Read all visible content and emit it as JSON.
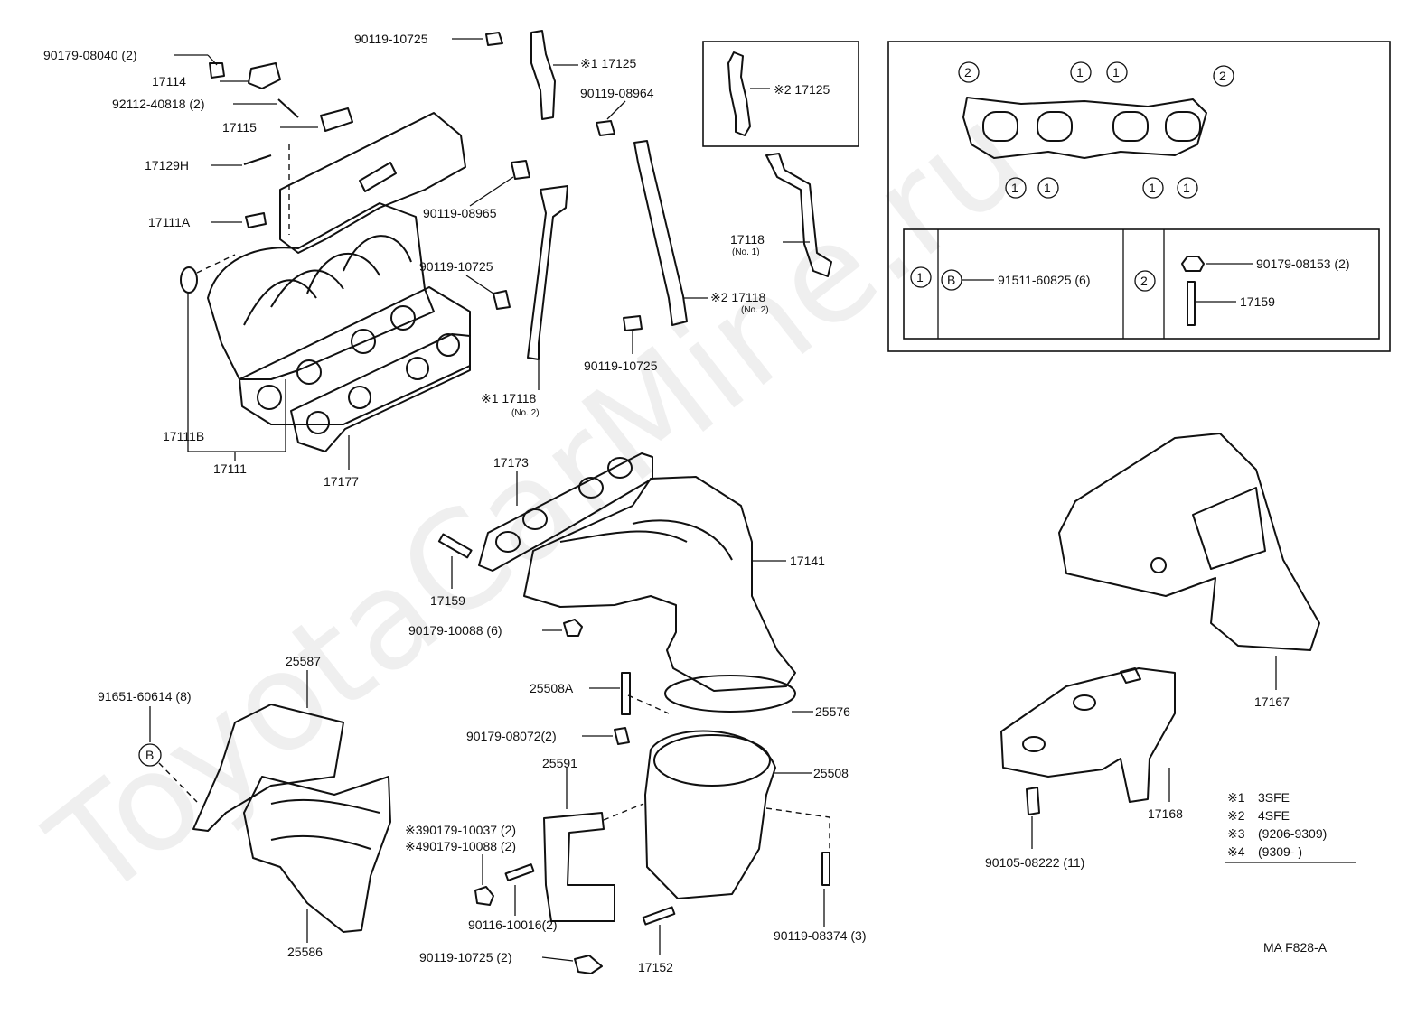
{
  "watermark": "ToyotaCarMine.ru",
  "diagram_code": "MA F828-A",
  "legend": [
    {
      "mark": "※1",
      "text": "3SFE"
    },
    {
      "mark": "※2",
      "text": "4SFE"
    },
    {
      "mark": "※3",
      "text": "(9206-9309)"
    },
    {
      "mark": "※4",
      "text": "(9309-        )"
    }
  ],
  "inset": {
    "circles": [
      "2",
      "1",
      "1",
      "2",
      "1",
      "1",
      "1",
      "1"
    ],
    "table": {
      "c1": "1",
      "b": "B",
      "part1": "91511-60825 (6)",
      "c2": "2",
      "part2a": "90179-08153 (2)",
      "part2b": "17159"
    }
  },
  "labels": {
    "l90179_08040": "90179-08040 (2)",
    "l17114": "17114",
    "l92112": "92112-40818 (2)",
    "l17115": "17115",
    "l17129H": "17129H",
    "l17111A": "17111A",
    "l17111B": "17111B",
    "l17111": "17111",
    "l17177": "17177",
    "l90119_10725_top": "90119-10725",
    "l17125_1": "※1 17125",
    "l17125_2": "※2 17125",
    "l90119_08964": "90119-08964",
    "l90119_08965": "90119-08965",
    "l90119_10725_mid": "90119-10725",
    "l17118_no2_1": "※1 17118",
    "no2_a": "(No. 2)",
    "l17118_no2_2": "※2 17118",
    "no2_b": "(No. 2)",
    "l90119_10725_low": "90119-10725",
    "l17118_no1": "17118",
    "no1": "(No. 1)",
    "l17173": "17173",
    "l17141": "17141",
    "l17159": "17159",
    "l90179_10088": "90179-10088 (6)",
    "l25508A": "25508A",
    "l25576": "25576",
    "l90179_08072": "90179-08072(2)",
    "l25508": "25508",
    "l25591": "25591",
    "l90179_10037": "※390179-10037 (2)",
    "l90179_10088b": "※490179-10088 (2)",
    "l90116": "90116-10016(2)",
    "l90119_10725_bot": "90119-10725 (2)",
    "l17152": "17152",
    "l90119_08374": "90119-08374 (3)",
    "l25587": "25587",
    "l91651": "91651-60614 (8)",
    "b_circle": "B",
    "l25586": "25586",
    "l17167": "17167",
    "l17168": "17168",
    "l90105": "90105-08222 (11)"
  }
}
